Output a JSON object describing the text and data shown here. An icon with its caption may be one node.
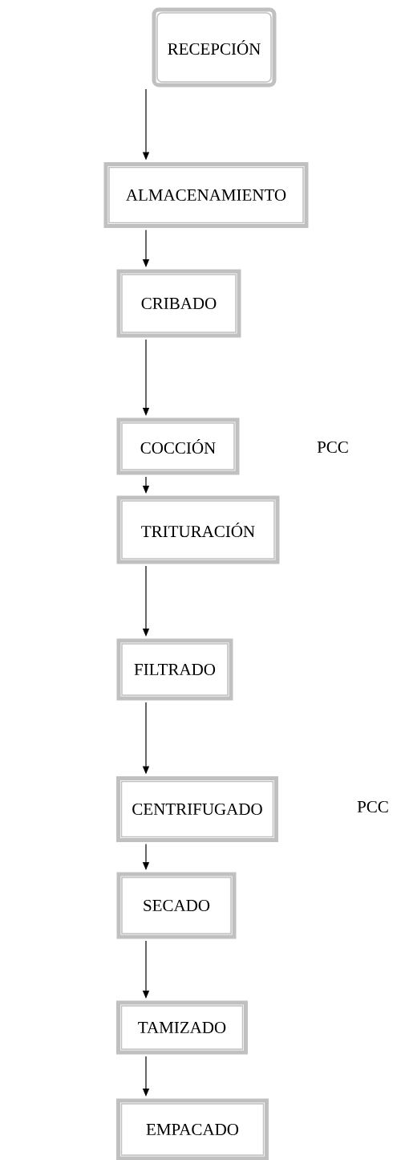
{
  "diagram": {
    "nodes": [
      {
        "text": [
          "RECEPCIÓN"
        ]
      },
      {
        "text": [
          "ALMACENAMIENTO"
        ]
      },
      {
        "text": [
          "CRIBADO"
        ]
      },
      {
        "text": [
          "COCCIÓN"
        ]
      },
      {
        "text": [
          "TRITURACIÓN"
        ]
      },
      {
        "text": [
          "FILTRADO"
        ]
      },
      {
        "text": [
          "CENTRIFUGADO"
        ]
      },
      {
        "text": [
          "SECADO"
        ]
      },
      {
        "text": [
          "TAMIZADO"
        ]
      },
      {
        "text": [
          "EMPACADO"
        ]
      }
    ],
    "edges": [
      {
        "from": 0,
        "to": 1,
        "arrow": "to"
      },
      {
        "from": 1,
        "to": 2,
        "arrow": "to"
      },
      {
        "from": 2,
        "to": 3,
        "arrow": "to"
      },
      {
        "from": 3,
        "to": 4,
        "arrow": "to"
      },
      {
        "from": 4,
        "to": 5,
        "arrow": "to"
      },
      {
        "from": 5,
        "to": 6,
        "arrow": "to"
      },
      {
        "from": 6,
        "to": 7,
        "arrow": "to"
      },
      {
        "from": 7,
        "to": 8,
        "arrow": "to"
      },
      {
        "from": 8,
        "to": 9,
        "arrow": "to"
      }
    ],
    "labels": [
      "PCC",
      "PCC"
    ]
  }
}
